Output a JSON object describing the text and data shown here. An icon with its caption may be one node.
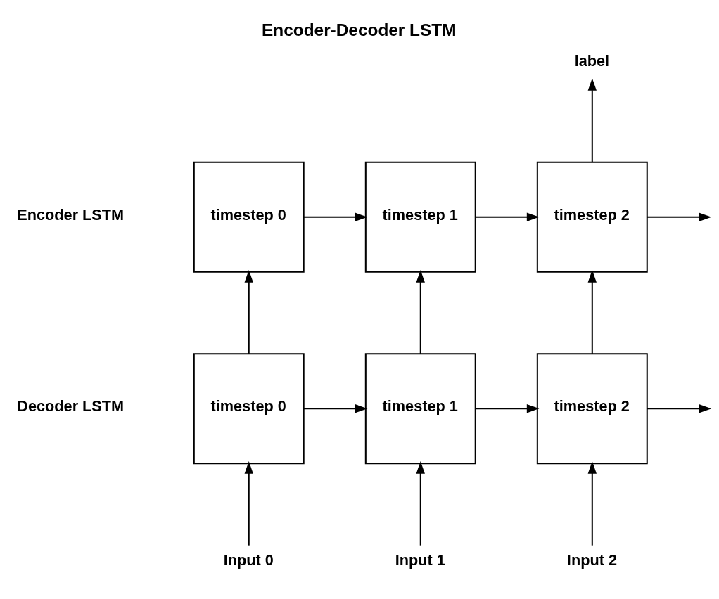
{
  "diagram": {
    "title": "Encoder-Decoder LSTM",
    "nodes": [
      {
        "text": [
          "timestep 0"
        ]
      },
      {
        "text": [
          "timestep 1"
        ]
      },
      {
        "text": [
          "timestep 2"
        ]
      },
      {
        "text": [
          "timestep 0"
        ]
      },
      {
        "text": [
          "timestep 1"
        ]
      },
      {
        "text": [
          "timestep 2"
        ]
      },
      {
        "text": [
          "Input 0"
        ]
      },
      {
        "text": [
          "Input 1"
        ]
      },
      {
        "text": [
          "Input 2"
        ]
      },
      {
        "text": [
          "label"
        ]
      }
    ],
    "edges": [
      {
        "from": 0,
        "to": 1,
        "arrow": "to"
      },
      {
        "from": 1,
        "to": 2,
        "arrow": "to"
      },
      {
        "from": 2,
        "to": null,
        "arrow": "to"
      },
      {
        "from": 3,
        "to": 4,
        "arrow": "to"
      },
      {
        "from": 4,
        "to": 5,
        "arrow": "to"
      },
      {
        "from": 5,
        "to": null,
        "arrow": "to"
      },
      {
        "from": 3,
        "to": 0,
        "arrow": "to"
      },
      {
        "from": 4,
        "to": 1,
        "arrow": "to"
      },
      {
        "from": 5,
        "to": 2,
        "arrow": "to"
      },
      {
        "from": 6,
        "to": 3,
        "arrow": "to"
      },
      {
        "from": 7,
        "to": 4,
        "arrow": "to"
      },
      {
        "from": 8,
        "to": 5,
        "arrow": "to"
      },
      {
        "from": 2,
        "to": 9,
        "arrow": "to"
      }
    ],
    "labels": [
      "Encoder LSTM",
      "Decoder LSTM"
    ]
  }
}
